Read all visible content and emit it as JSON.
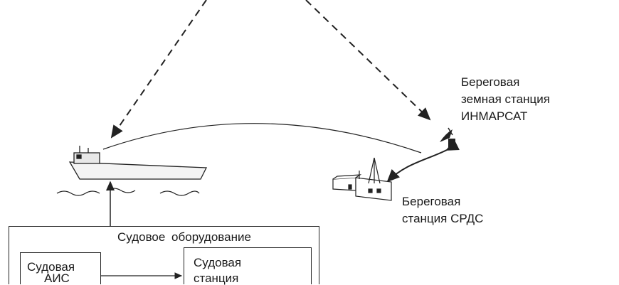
{
  "labels": {
    "coast_earth_station": [
      "Береговая",
      "земная станция",
      "ИНМАРСАТ"
    ],
    "coast_station": [
      "Береговая",
      "станция СРДС"
    ],
    "ship_equipment": "Судовое оборудование",
    "ship_ais": [
      "Судовая",
      "АИС"
    ],
    "ship_station": [
      "Судовая",
      "станция"
    ]
  }
}
